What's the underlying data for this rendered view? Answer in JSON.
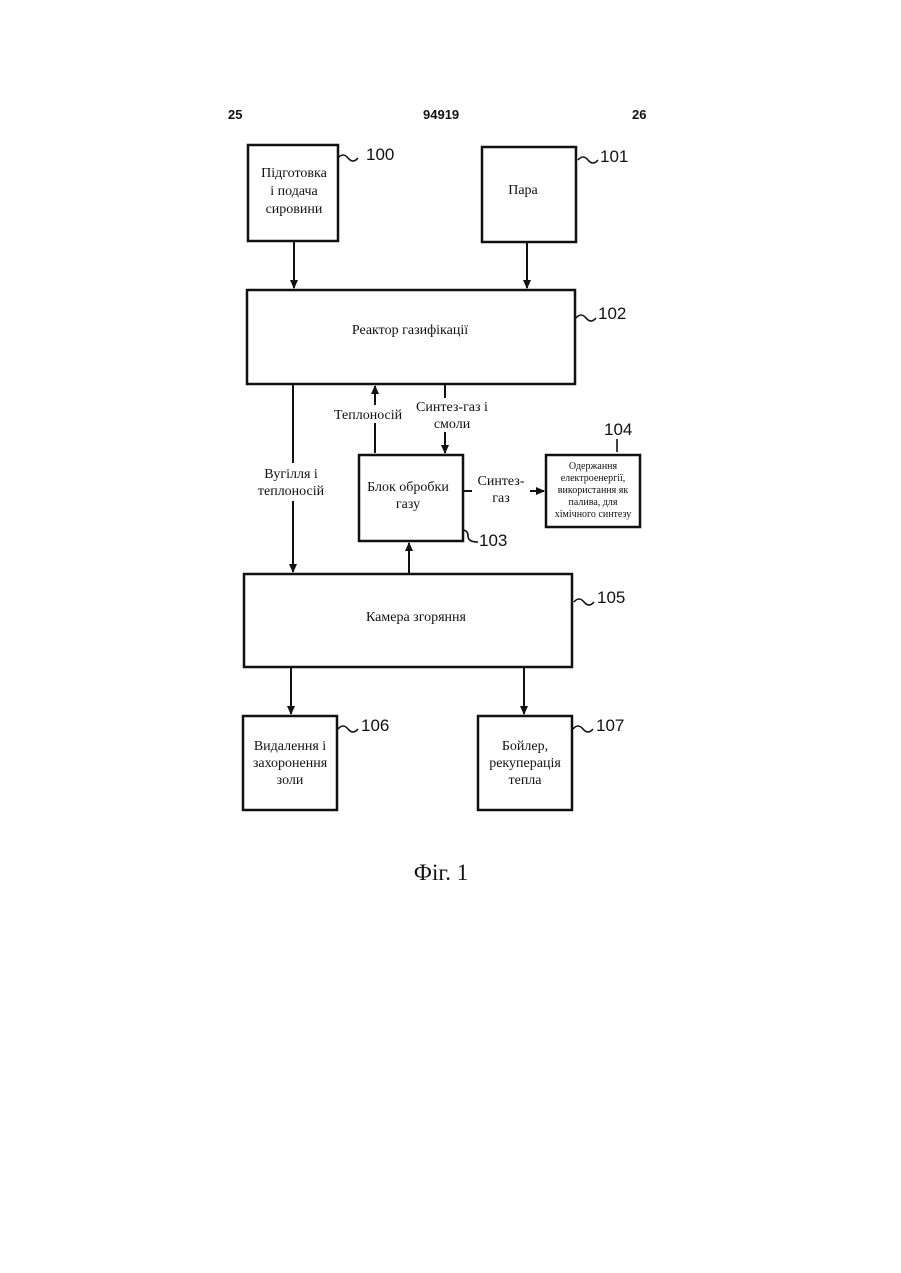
{
  "header": {
    "left": "25",
    "center": "94919",
    "right": "26"
  },
  "nodes": {
    "n100": {
      "lines": [
        "Підготовка",
        "і подача",
        "сировини"
      ],
      "ref": "100"
    },
    "n101": {
      "lines": [
        "Пара"
      ],
      "ref": "101"
    },
    "n102": {
      "lines": [
        "Реактор газифікації"
      ],
      "ref": "102"
    },
    "n103": {
      "lines": [
        "Блок обробки",
        "газу"
      ],
      "ref": "103"
    },
    "n104": {
      "lines": [
        "Одержання",
        "електроенергії,",
        "використання як",
        "палива, для",
        "хімічного синтезу"
      ],
      "ref": "104"
    },
    "n105": {
      "lines": [
        "Камера згоряння"
      ],
      "ref": "105"
    },
    "n106": {
      "lines": [
        "Видалення і",
        "захоронення",
        "золи"
      ],
      "ref": "106"
    },
    "n107": {
      "lines": [
        "Бойлер,",
        "рекуперація",
        "тепла"
      ],
      "ref": "107"
    }
  },
  "edges": {
    "heat_carrier": "Теплоносій",
    "syngas_tars": [
      "Синтез-газ і",
      "смоли"
    ],
    "coal_heat": [
      "Вугілля і",
      "теплоносій"
    ],
    "syngas": [
      "Синтез-",
      "газ"
    ]
  },
  "caption": "Фіг. 1"
}
